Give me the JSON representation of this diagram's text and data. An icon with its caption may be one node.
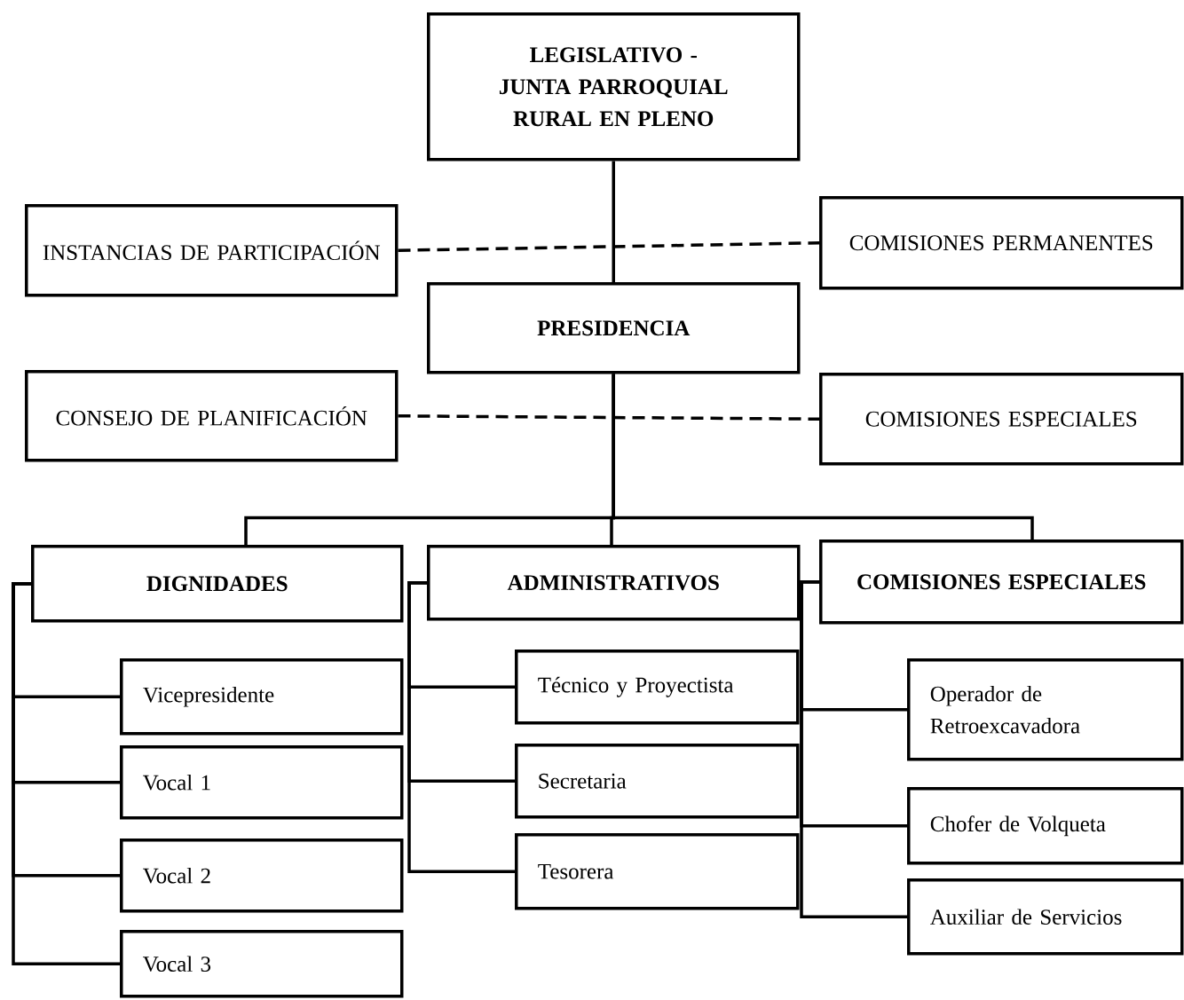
{
  "diagram": {
    "nodes": [
      {
        "text": [
          "LEGISLATIVO - JUNTA PARROQUIAL RURAL EN PLENO"
        ]
      },
      {
        "text": [
          "INSTANCIAS DE PARTICIPACIÓN"
        ]
      },
      {
        "text": [
          "COMISIONES PERMANENTES"
        ]
      },
      {
        "text": [
          "PRESIDENCIA"
        ]
      },
      {
        "text": [
          "CONSEJO DE PLANIFICACIÓN"
        ]
      },
      {
        "text": [
          "COMISIONES ESPECIALES"
        ]
      },
      {
        "text": [
          "DIGNIDADES"
        ]
      },
      {
        "text": [
          "ADMINISTRATIVOS"
        ]
      },
      {
        "text": [
          "COMISIONES ESPECIALES"
        ]
      },
      {
        "text": [
          "Vicepresidente"
        ]
      },
      {
        "text": [
          "Vocal 1"
        ]
      },
      {
        "text": [
          "Vocal 2"
        ]
      },
      {
        "text": [
          "Vocal 3"
        ]
      },
      {
        "text": [
          "Técnico y Proyectista"
        ]
      },
      {
        "text": [
          "Secretaria"
        ]
      },
      {
        "text": [
          "Tesorera"
        ]
      },
      {
        "text": [
          "Operador de Retroexcavadora"
        ]
      },
      {
        "text": [
          "Chofer de Volqueta"
        ]
      },
      {
        "text": [
          "Auxiliar de Servicios"
        ]
      }
    ],
    "edges": [
      {
        "from": 0,
        "to": 3,
        "arrow": "none"
      },
      {
        "from": 1,
        "to": 2,
        "arrow": "none",
        "style": "dashed"
      },
      {
        "from": 4,
        "to": 5,
        "arrow": "none",
        "style": "dashed"
      },
      {
        "from": 3,
        "to": 6,
        "arrow": "none"
      },
      {
        "from": 3,
        "to": 7,
        "arrow": "none"
      },
      {
        "from": 3,
        "to": 8,
        "arrow": "none"
      },
      {
        "from": 6,
        "to": 9,
        "arrow": "none"
      },
      {
        "from": 6,
        "to": 10,
        "arrow": "none"
      },
      {
        "from": 6,
        "to": 11,
        "arrow": "none"
      },
      {
        "from": 6,
        "to": 12,
        "arrow": "none"
      },
      {
        "from": 7,
        "to": 13,
        "arrow": "none"
      },
      {
        "from": 7,
        "to": 14,
        "arrow": "none"
      },
      {
        "from": 7,
        "to": 15,
        "arrow": "none"
      },
      {
        "from": 8,
        "to": 16,
        "arrow": "none"
      },
      {
        "from": 8,
        "to": 17,
        "arrow": "none"
      },
      {
        "from": 8,
        "to": 18,
        "arrow": "none"
      }
    ]
  }
}
